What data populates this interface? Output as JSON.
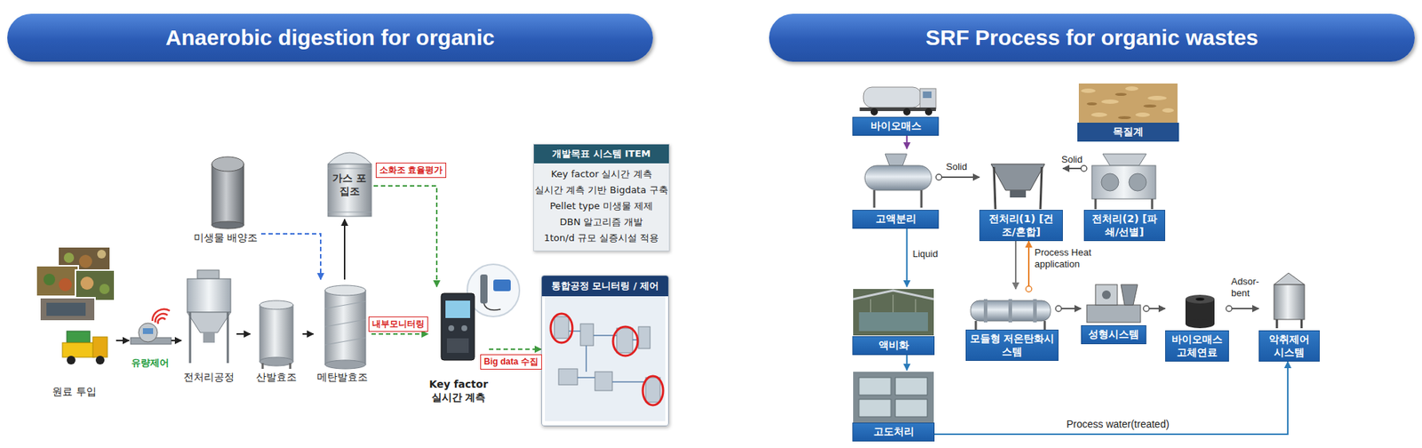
{
  "diagram": {
    "nodes": [
      {
        "text": [
          "Anaerobic digestion for organic"
        ]
      },
      {
        "text": [
          "원료 투입"
        ]
      },
      {
        "text": [
          "유량제어"
        ]
      },
      {
        "text": [
          "전처리공정"
        ]
      },
      {
        "text": [
          "산발효조"
        ]
      },
      {
        "text": [
          "메탄발효조"
        ]
      },
      {
        "text": [
          "미생물 배양조"
        ]
      },
      {
        "text": [
          "가스 포집조"
        ]
      },
      {
        "text": [
          "Key factor 실시간 계측"
        ]
      },
      {
        "text": [
          "개발목표 시스템 ITEM",
          "Key factor 실시간 계측",
          "실시간 계측 기반 Bigdata 구축",
          "Pellet type 미생물 제제",
          "DBN 알고리즘 개발",
          "1ton/d 규모 실증시설 적용"
        ]
      },
      {
        "text": [
          "통합공정 모니터링 / 제어"
        ]
      },
      {
        "text": [
          "SRF Process for organic wastes"
        ]
      },
      {
        "text": [
          "바이오매스"
        ]
      },
      {
        "text": [
          "목질계"
        ]
      },
      {
        "text": [
          "고액분리"
        ]
      },
      {
        "text": [
          "전처리(1) [건조/혼합]"
        ]
      },
      {
        "text": [
          "전처리(2) [파쇄/선별]"
        ]
      },
      {
        "text": [
          "액비화"
        ]
      },
      {
        "text": [
          "모듈형 저온탄화시스템"
        ]
      },
      {
        "text": [
          "성형시스템"
        ]
      },
      {
        "text": [
          "바이오매스 고체연료"
        ]
      },
      {
        "text": [
          "악취제어 시스템"
        ]
      },
      {
        "text": [
          "고도처리"
        ]
      }
    ],
    "edges": [
      {
        "from": 1,
        "to": 2,
        "arrow": "to"
      },
      {
        "from": 2,
        "to": 3,
        "arrow": "to"
      },
      {
        "from": 3,
        "to": 4,
        "arrow": "to"
      },
      {
        "from": 4,
        "to": 5,
        "arrow": "to"
      },
      {
        "from": 5,
        "to": 7,
        "arrow": "to"
      },
      {
        "from": 6,
        "to": 5,
        "arrow": "to"
      },
      {
        "from": 7,
        "to": 8,
        "label": "소화조 효율평가",
        "arrow": "to"
      },
      {
        "from": 5,
        "to": 8,
        "label": "내부모니터링",
        "arrow": "to"
      },
      {
        "from": 8,
        "to": 10,
        "label": "Big data 수집",
        "arrow": "to"
      },
      {
        "from": 12,
        "to": 14,
        "arrow": "to"
      },
      {
        "from": 14,
        "to": 15,
        "label": "Solid",
        "arrow": "to"
      },
      {
        "from": 16,
        "to": 15,
        "label": "Solid",
        "arrow": "to"
      },
      {
        "from": 14,
        "to": 17,
        "label": "Liquid",
        "arrow": "to"
      },
      {
        "from": 17,
        "to": 22,
        "arrow": "to"
      },
      {
        "from": 15,
        "to": 18,
        "arrow": "to"
      },
      {
        "from": 18,
        "to": 15,
        "label": "Process Heat application",
        "arrow": "to"
      },
      {
        "from": 18,
        "to": 19,
        "arrow": "to"
      },
      {
        "from": 19,
        "to": 20,
        "arrow": "to"
      },
      {
        "from": 20,
        "to": 21,
        "label": "Adsor-bent",
        "arrow": "to"
      },
      {
        "from": 22,
        "to": 21,
        "label": "Process water(treated)",
        "arrow": "to"
      }
    ]
  }
}
